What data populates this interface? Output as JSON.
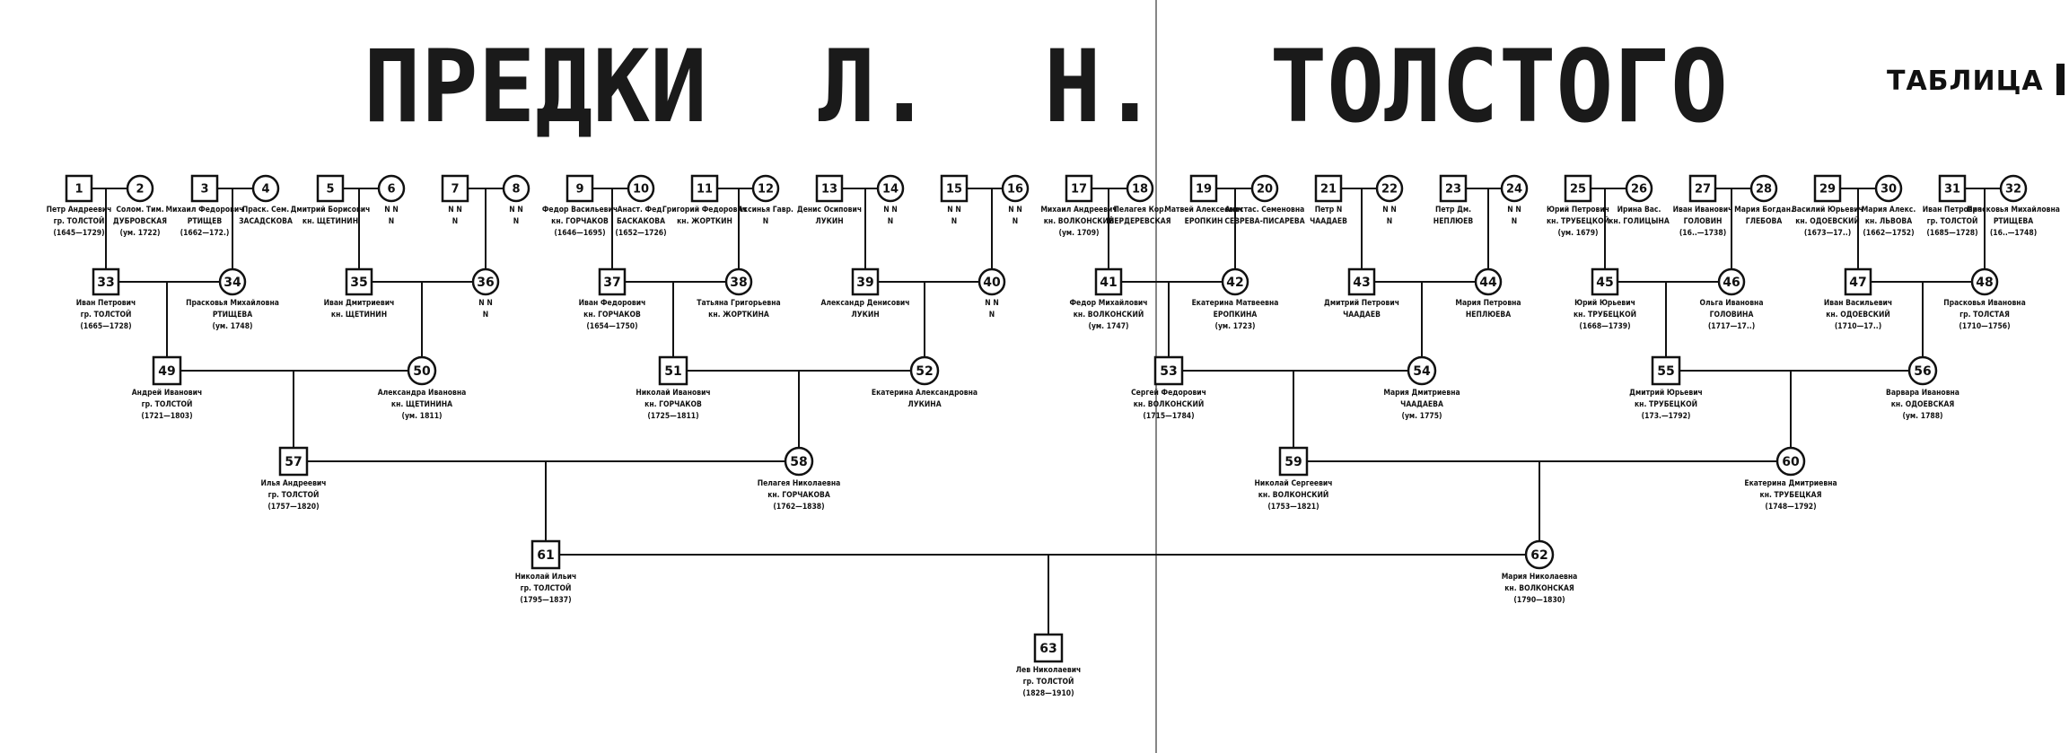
{
  "title": {
    "words": [
      "ПРЕДКИ",
      "Л.",
      "Н.",
      "ТОЛСТОГО"
    ]
  },
  "table_label": "ТАБЛИЦА",
  "table_number": "I",
  "people": [
    {
      "n": "1",
      "lines": [
        "Петр Андреевич",
        "гр. ТОЛСТОЙ",
        "(1645—1729)"
      ]
    },
    {
      "n": "2",
      "lines": [
        "Солом. Тим.",
        "ДУБРОВСКАЯ",
        "(ум. 1722)"
      ]
    },
    {
      "n": "3",
      "lines": [
        "Михаил Федорович",
        "РТИЩЕВ",
        "(1662—172.)"
      ]
    },
    {
      "n": "4",
      "lines": [
        "Праск. Сем.",
        "ЗАСАДСКОВА"
      ]
    },
    {
      "n": "5",
      "lines": [
        "Дмитрий Борисович",
        "кн. ЩЕТИНИН"
      ]
    },
    {
      "n": "6",
      "lines": [
        "N N",
        "N"
      ]
    },
    {
      "n": "7",
      "lines": [
        "N N",
        "N"
      ]
    },
    {
      "n": "8",
      "lines": [
        "N N",
        "N"
      ]
    },
    {
      "n": "9",
      "lines": [
        "Федор Васильевич",
        "кн. ГОРЧАКОВ",
        "(1646—1695)"
      ]
    },
    {
      "n": "10",
      "lines": [
        "Анаст. Фед.",
        "БАСКАКОВА",
        "(1652—1726)"
      ]
    },
    {
      "n": "11",
      "lines": [
        "Григорий Федорович",
        "кн. ЖОРТКИН"
      ]
    },
    {
      "n": "12",
      "lines": [
        "Аксинья Гавр.",
        "N"
      ]
    },
    {
      "n": "13",
      "lines": [
        "Денис Осипович",
        "ЛУКИН"
      ]
    },
    {
      "n": "14",
      "lines": [
        "N N",
        "N"
      ]
    },
    {
      "n": "15",
      "lines": [
        "N N",
        "N"
      ]
    },
    {
      "n": "16",
      "lines": [
        "N N",
        "N"
      ]
    },
    {
      "n": "17",
      "lines": [
        "Михаил Андреевич",
        "кн. ВОЛКОНСКИЙ",
        "(ум. 1709)"
      ]
    },
    {
      "n": "18",
      "lines": [
        "Пелагея Кор.",
        "БЕРДЕРЕВСКАЯ"
      ]
    },
    {
      "n": "19",
      "lines": [
        "Матвей Алексеевич",
        "ЕРОПКИН"
      ]
    },
    {
      "n": "20",
      "lines": [
        "Анастас. Семеновна",
        "СЕВРЕВА-ПИСАРЕВА"
      ]
    },
    {
      "n": "21",
      "lines": [
        "Петр N",
        "ЧААДАЕВ"
      ]
    },
    {
      "n": "22",
      "lines": [
        "N N",
        "N"
      ]
    },
    {
      "n": "23",
      "lines": [
        "Петр Дм.",
        "НЕПЛЮЕВ"
      ]
    },
    {
      "n": "24",
      "lines": [
        "N N",
        "N"
      ]
    },
    {
      "n": "25",
      "lines": [
        "Юрий Петрович",
        "кн. ТРУБЕЦКОЙ",
        "(ум. 1679)"
      ]
    },
    {
      "n": "26",
      "lines": [
        "Ирина Вас.",
        "кн. ГОЛИЦЫНА"
      ]
    },
    {
      "n": "27",
      "lines": [
        "Иван Иванович",
        "ГОЛОВИН",
        "(16..—1738)"
      ]
    },
    {
      "n": "28",
      "lines": [
        "Мария Богдан.",
        "ГЛЕБОВА"
      ]
    },
    {
      "n": "29",
      "lines": [
        "Василий Юрьевич",
        "кн. ОДОЕВСКИЙ",
        "(1673—17..)"
      ]
    },
    {
      "n": "30",
      "lines": [
        "Мария Алекс.",
        "кн. ЛЬВОВА",
        "(1662—1752)"
      ]
    },
    {
      "n": "31",
      "lines": [
        "Иван Петрович",
        "гр. ТОЛСТОЙ",
        "(1685—1728)"
      ]
    },
    {
      "n": "32",
      "lines": [
        "Прасковья Михайловна",
        "РТИЩЕВА",
        "(16..—1748)"
      ]
    },
    {
      "n": "33",
      "lines": [
        "Иван Петрович",
        "гр. ТОЛСТОЙ",
        "(1665—1728)"
      ]
    },
    {
      "n": "34",
      "lines": [
        "Прасковья Михайловна",
        "РТИЩЕВА",
        "(ум. 1748)"
      ]
    },
    {
      "n": "35",
      "lines": [
        "Иван Дмитриевич",
        "кн. ЩЕТИНИН"
      ]
    },
    {
      "n": "36",
      "lines": [
        "N N",
        "N"
      ]
    },
    {
      "n": "37",
      "lines": [
        "Иван Федорович",
        "кн. ГОРЧАКОВ",
        "(1654—1750)"
      ]
    },
    {
      "n": "38",
      "lines": [
        "Татьяна Григорьевна",
        "кн. ЖОРТКИНА"
      ]
    },
    {
      "n": "39",
      "lines": [
        "Александр Денисович",
        "ЛУКИН"
      ]
    },
    {
      "n": "40",
      "lines": [
        "N N",
        "N"
      ]
    },
    {
      "n": "41",
      "lines": [
        "Федор Михайлович",
        "кн. ВОЛКОНСКИЙ",
        "(ум. 1747)"
      ]
    },
    {
      "n": "42",
      "lines": [
        "Екатерина Матвеевна",
        "ЕРОПКИНА",
        "(ум. 1723)"
      ]
    },
    {
      "n": "43",
      "lines": [
        "Дмитрий Петрович",
        "ЧААДАЕВ"
      ]
    },
    {
      "n": "44",
      "lines": [
        "Мария Петровна",
        "НЕПЛЮЕВА"
      ]
    },
    {
      "n": "45",
      "lines": [
        "Юрий Юрьевич",
        "кн. ТРУБЕЦКОЙ",
        "(1668—1739)"
      ]
    },
    {
      "n": "46",
      "lines": [
        "Ольга Ивановна",
        "ГОЛОВИНА",
        "(1717—17..)"
      ]
    },
    {
      "n": "47",
      "lines": [
        "Иван Васильевич",
        "кн. ОДОЕВСКИЙ",
        "(1710—17..)"
      ]
    },
    {
      "n": "48",
      "lines": [
        "Прасковья Ивановна",
        "гр. ТОЛСТАЯ",
        "(1710—1756)"
      ]
    },
    {
      "n": "49",
      "lines": [
        "Андрей Иванович",
        "гр. ТОЛСТОЙ",
        "(1721—1803)"
      ]
    },
    {
      "n": "50",
      "lines": [
        "Александра Ивановна",
        "кн. ЩЕТИНИНА",
        "(ум. 1811)"
      ]
    },
    {
      "n": "51",
      "lines": [
        "Николай Иванович",
        "кн. ГОРЧАКОВ",
        "(1725—1811)"
      ]
    },
    {
      "n": "52",
      "lines": [
        "Екатерина Александровна",
        "ЛУКИНА"
      ]
    },
    {
      "n": "53",
      "lines": [
        "Сергей Федорович",
        "кн. ВОЛКОНСКИЙ",
        "(1715—1784)"
      ]
    },
    {
      "n": "54",
      "lines": [
        "Мария Дмитриевна",
        "ЧААДАЕВА",
        "(ум. 1775)"
      ]
    },
    {
      "n": "55",
      "lines": [
        "Дмитрий Юрьевич",
        "кн. ТРУБЕЦКОЙ",
        "(173.—1792)"
      ]
    },
    {
      "n": "56",
      "lines": [
        "Варвара Ивановна",
        "кн. ОДОЕВСКАЯ",
        "(ум. 1788)"
      ]
    },
    {
      "n": "57",
      "lines": [
        "Илья Андреевич",
        "гр. ТОЛСТОЙ",
        "(1757—1820)"
      ]
    },
    {
      "n": "58",
      "lines": [
        "Пелагея Николаевна",
        "кн. ГОРЧАКОВА",
        "(1762—1838)"
      ]
    },
    {
      "n": "59",
      "lines": [
        "Николай Сергеевич",
        "кн. ВОЛКОНСКИЙ",
        "(1753—1821)"
      ]
    },
    {
      "n": "60",
      "lines": [
        "Екатерина Дмитриевна",
        "кн. ТРУБЕЦКАЯ",
        "(1748—1792)"
      ]
    },
    {
      "n": "61",
      "lines": [
        "Николай Ильич",
        "гр. ТОЛСТОЙ",
        "(1795—1837)"
      ]
    },
    {
      "n": "62",
      "lines": [
        "Мария Николаевна",
        "кн. ВОЛКОНСКАЯ",
        "(1790—1830)"
      ]
    },
    {
      "n": "63",
      "lines": [
        "Лев Николаевич",
        "гр. ТОЛСТОЙ",
        "(1828—1910)"
      ]
    }
  ]
}
